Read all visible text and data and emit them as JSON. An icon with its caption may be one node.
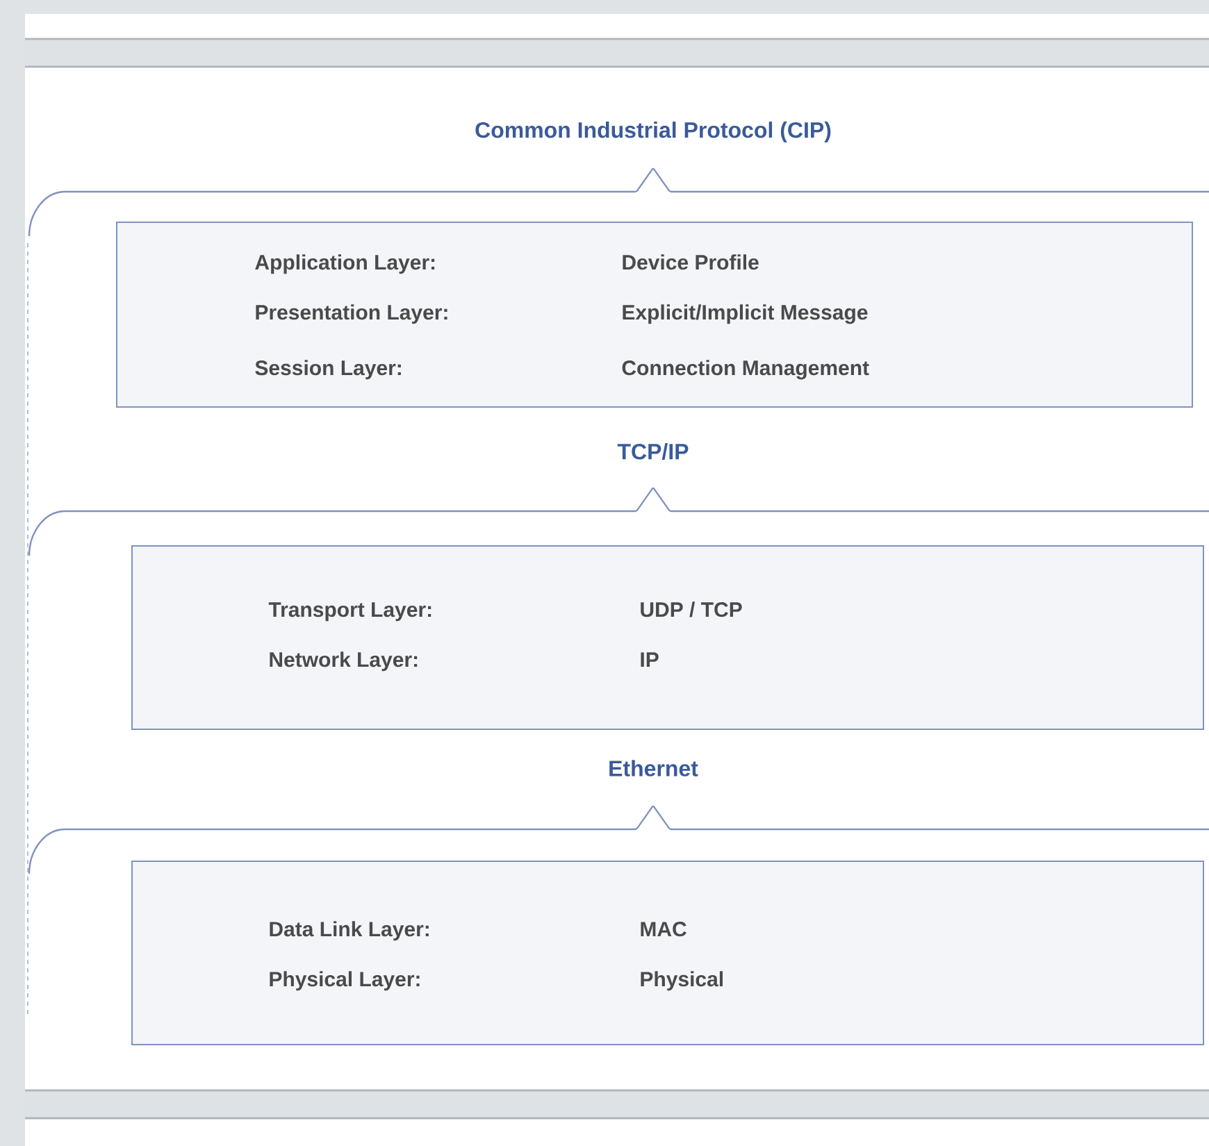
{
  "diagram": {
    "nodes": [
      {
        "text": [
          "Common Industrial Protocol (CIP)"
        ]
      },
      {
        "text": [
          "Application Layer:",
          "Device Profile",
          "Presentation Layer:",
          "Explicit/Implicit Message",
          "Session Layer:",
          "Connection Management"
        ]
      },
      {
        "text": [
          "TCP/IP"
        ]
      },
      {
        "text": [
          "Transport Layer:",
          "UDP / TCP",
          "Network Layer:",
          "IP"
        ]
      },
      {
        "text": [
          "Ethernet"
        ]
      },
      {
        "text": [
          "Data Link Layer:",
          "MAC",
          "Physical Layer:",
          "Physical"
        ]
      }
    ]
  }
}
